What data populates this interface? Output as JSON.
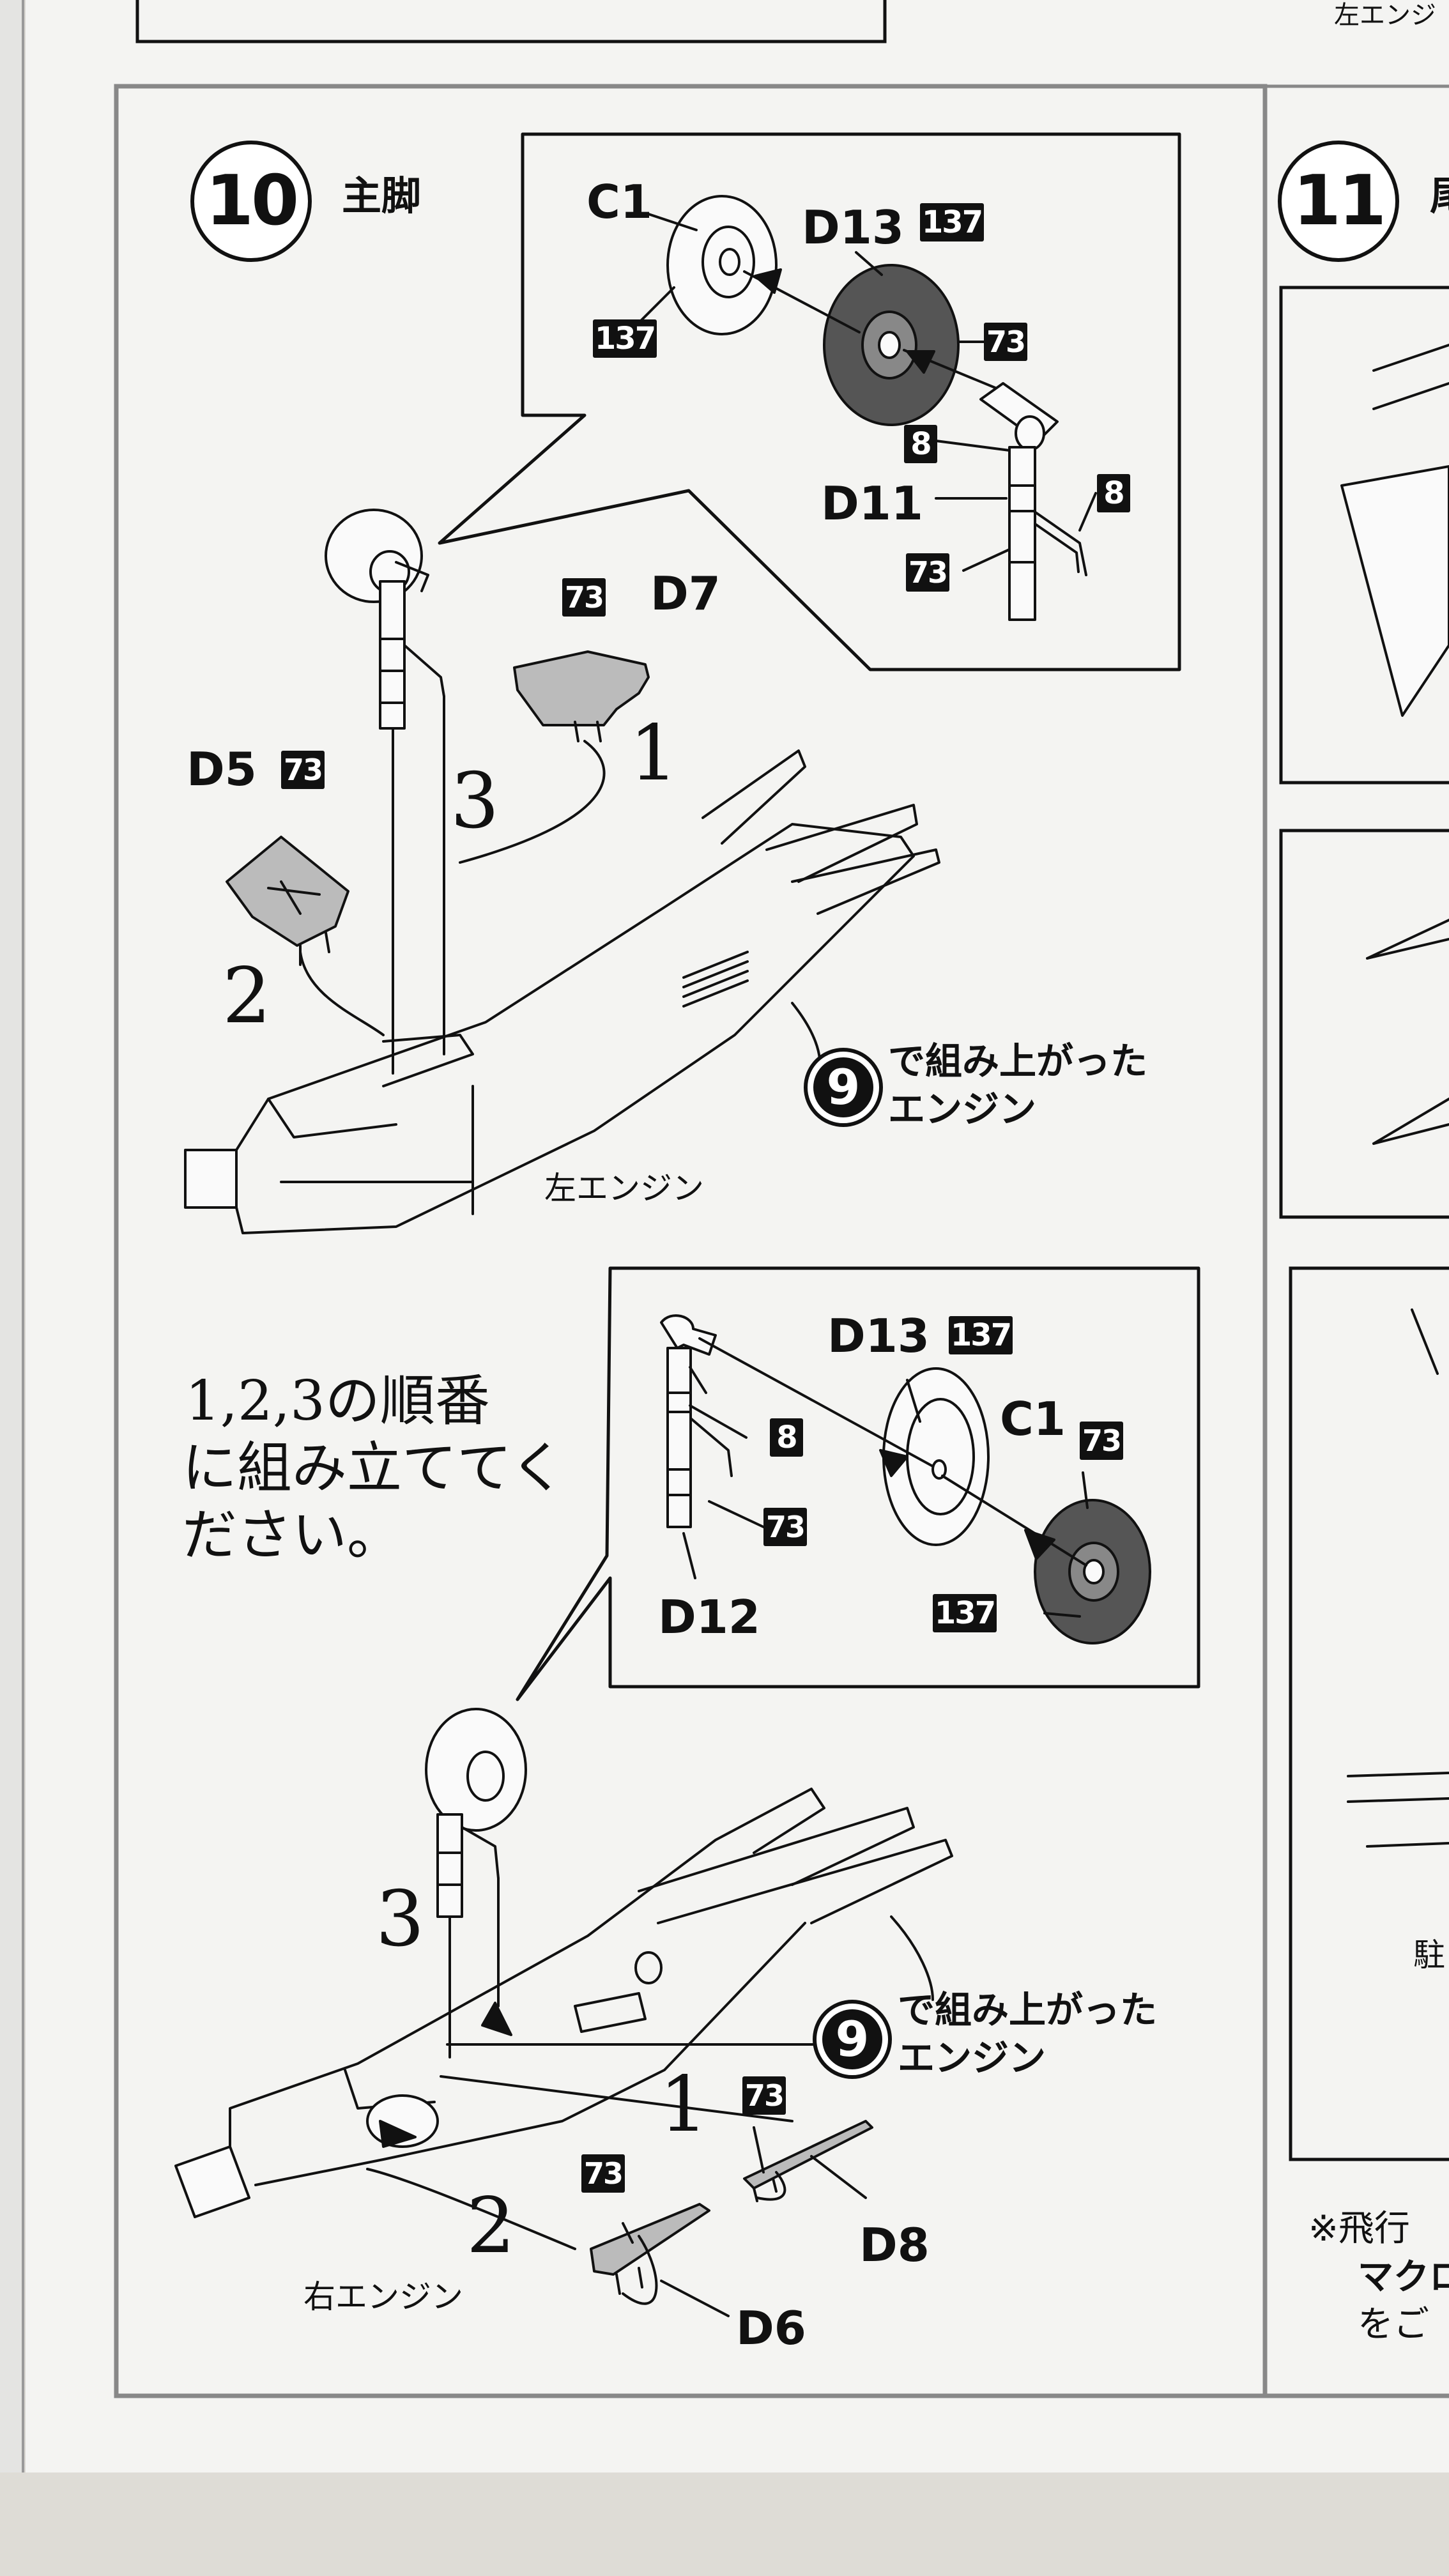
{
  "top_fragment": {
    "text": "左エンジ"
  },
  "step10": {
    "number": "10",
    "title": "主脚",
    "upper_callout": {
      "parts": {
        "c1": "C1",
        "d13": "D13",
        "d11": "D11"
      },
      "badges": {
        "b137_c1": "137",
        "b137_d13": "137",
        "b73_c1": "73",
        "b8_top": "8",
        "b8_right": "8",
        "b73_d11": "73"
      }
    },
    "upper_assembly": {
      "badge_d7": "73",
      "d7": "D7",
      "d5": "D5",
      "badge_d5": "73",
      "order1": "1",
      "order2": "2",
      "order3": "3",
      "engine_ref_num": "9",
      "engine_ref_text": [
        "で組み上がった",
        "エンジン"
      ],
      "engine_label": "左エンジン"
    },
    "instruction": [
      "1,2,3の順番",
      "に組み立ててく",
      "ださい。"
    ],
    "lower_callout": {
      "parts": {
        "d13": "D13",
        "c1": "C1",
        "d12": "D12"
      },
      "badges": {
        "b137_d13": "137",
        "b73_c1": "73",
        "b8": "8",
        "b73_d12": "73",
        "b137_c1": "137"
      }
    },
    "lower_assembly": {
      "order1": "1",
      "order2": "2",
      "order3": "3",
      "engine_ref_num": "9",
      "engine_ref_text": [
        "で組み上がった",
        "エンジン"
      ],
      "badge_d8": "73",
      "d8": "D8",
      "badge_d6": "73",
      "d6": "D6",
      "engine_label": "右エンジン"
    }
  },
  "step11": {
    "number": "11",
    "title_fragment": "尾",
    "caption_fragment": "駐",
    "footnote": [
      "※飛行",
      "マクロ",
      "をご"
    ]
  }
}
